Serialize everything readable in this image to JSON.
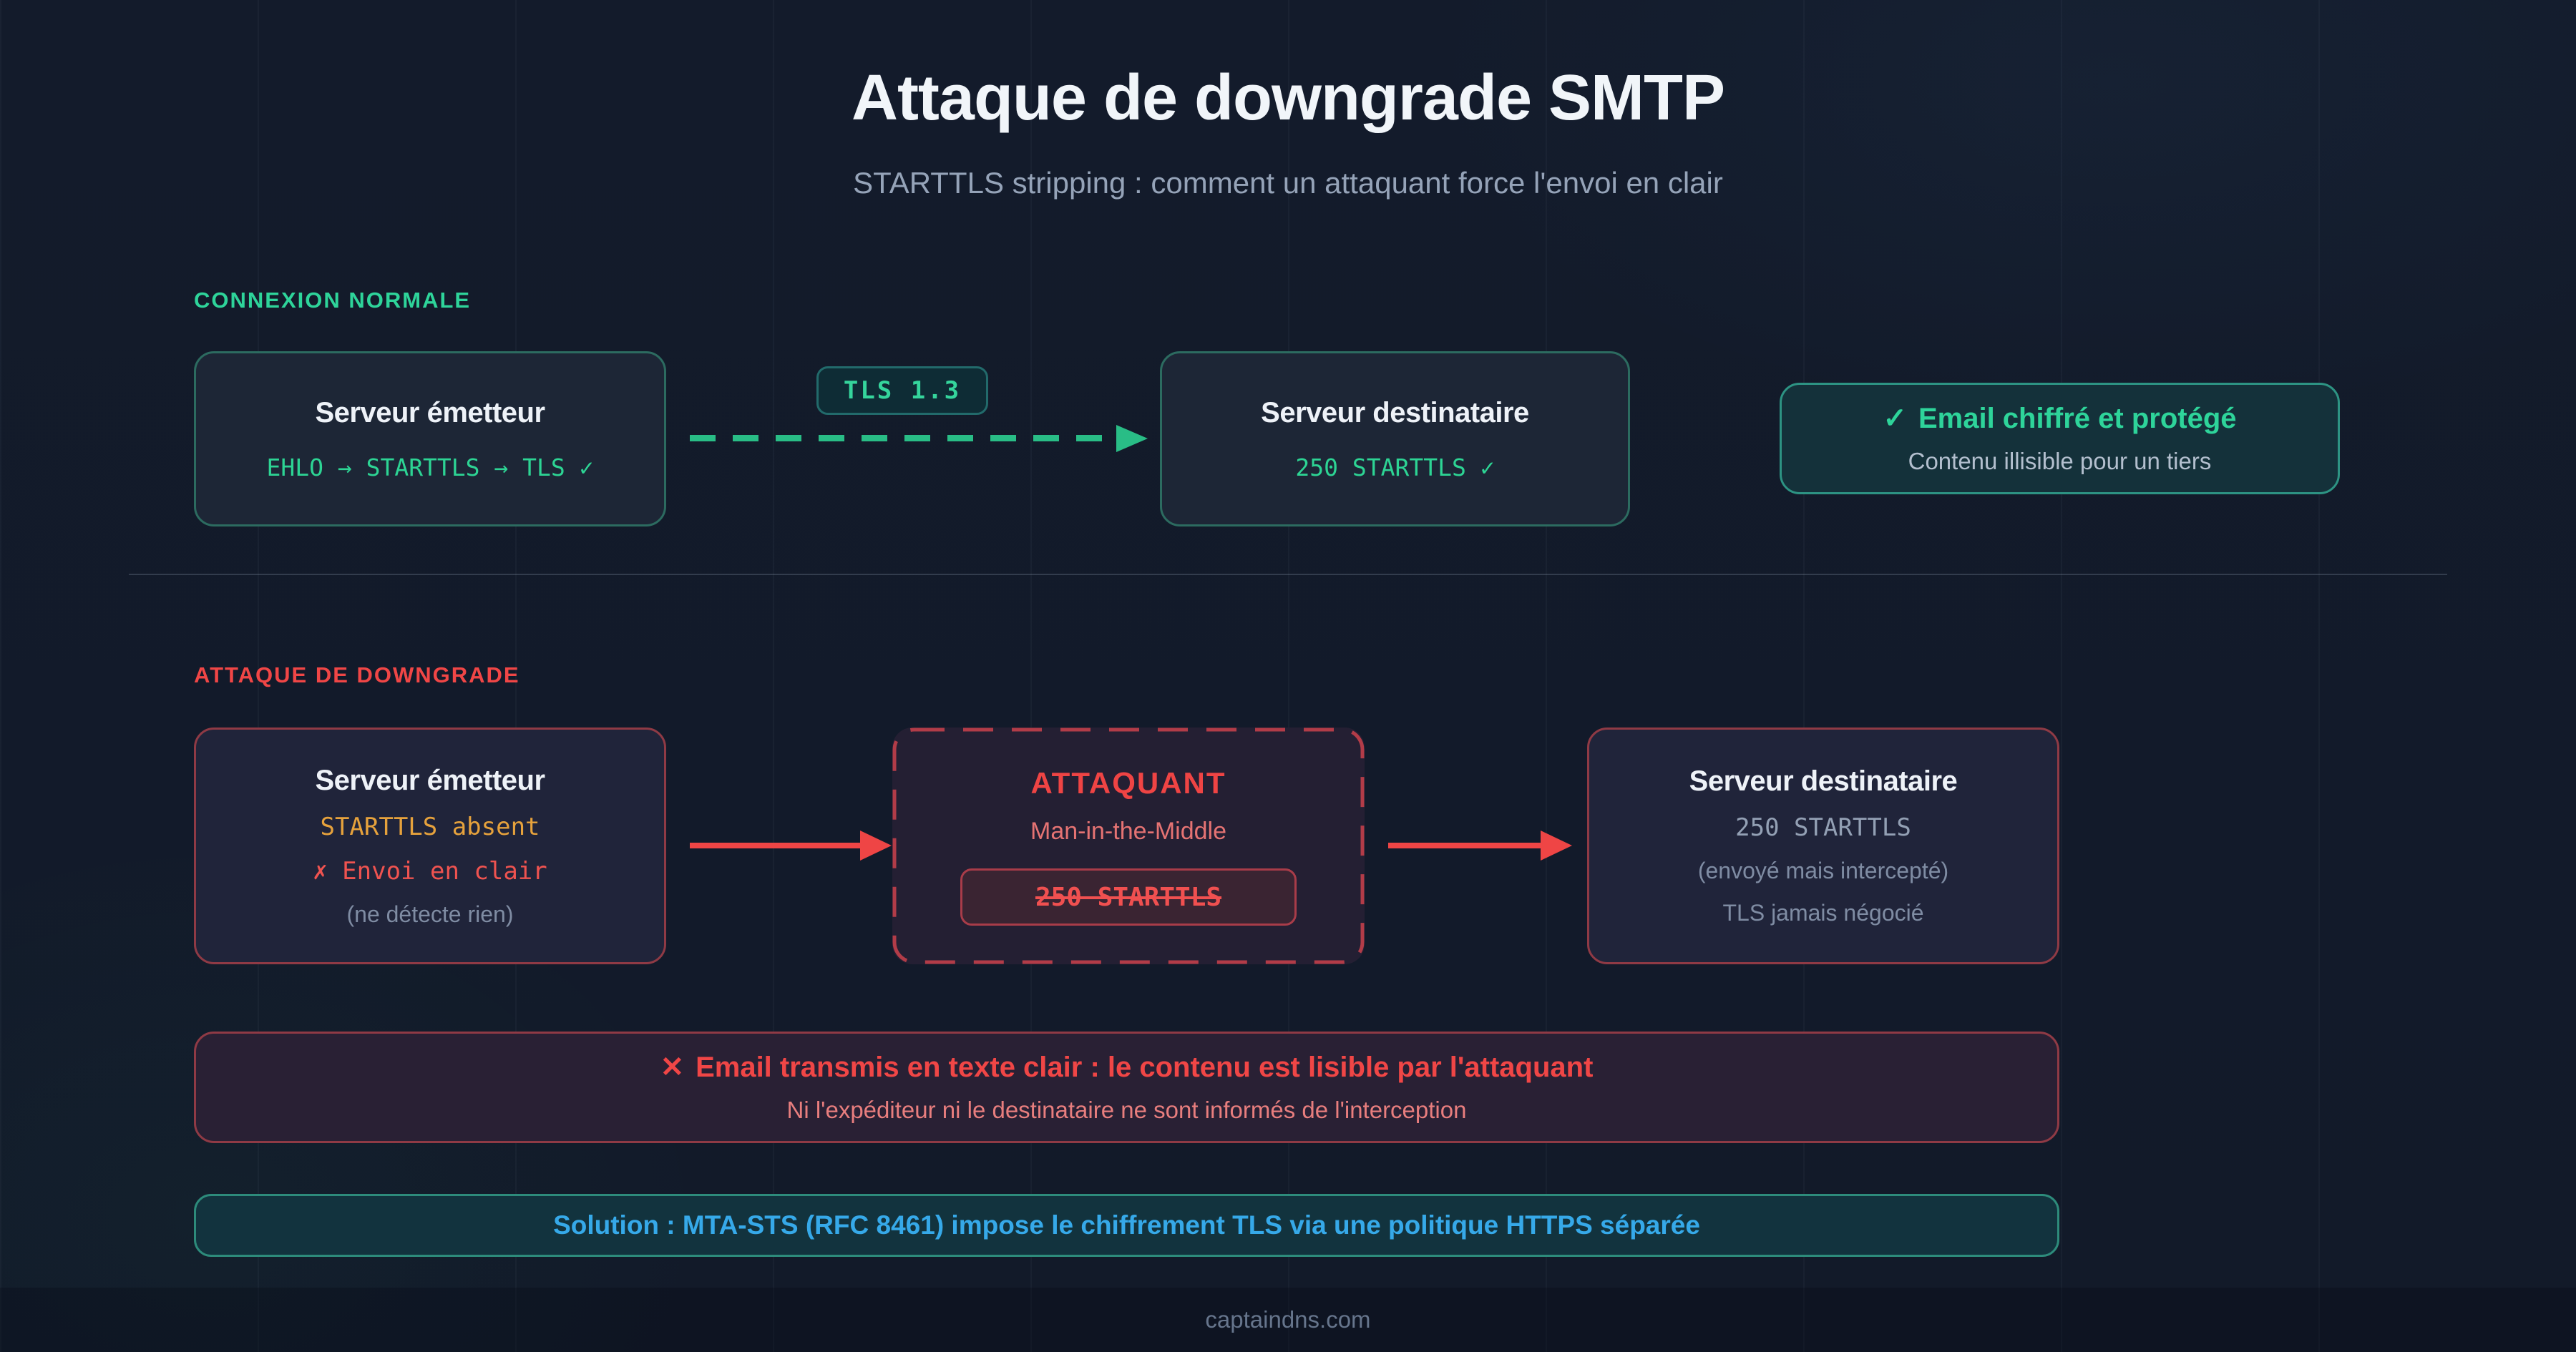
{
  "page": {
    "title": "Attaque de downgrade SMTP",
    "subtitle": "STARTTLS stripping : comment un attaquant force l'envoi en clair",
    "footer": "captaindns.com"
  },
  "colors": {
    "background": "#131b2b",
    "green_accent": "#2ed49a",
    "red_accent": "#f04646",
    "orange_accent": "#e6a23c",
    "blue_accent": "#36a9e9"
  },
  "normal_section": {
    "label": "CONNEXION NORMALE",
    "sender": {
      "title": "Serveur émetteur",
      "command": "EHLO → STARTTLS → TLS ✓"
    },
    "tls_badge": "TLS 1.3",
    "receiver": {
      "title": "Serveur destinataire",
      "response": "250 STARTTLS ✓"
    },
    "result": {
      "icon": "✓",
      "title": "Email chiffré et protégé",
      "subtitle": "Contenu illisible pour un tiers"
    }
  },
  "attack_section": {
    "label": "ATTAQUE DE DOWNGRADE",
    "sender": {
      "title": "Serveur émetteur",
      "line1": "STARTTLS absent",
      "line2": "✗ Envoi en clair",
      "line3": "(ne détecte rien)"
    },
    "attacker": {
      "title": "ATTAQUANT",
      "subtitle": "Man-in-the-Middle",
      "stripped_response": "250 STARTTLS"
    },
    "receiver": {
      "title": "Serveur destinataire",
      "line1": "250 STARTTLS",
      "line2": "(envoyé mais intercepté)",
      "line3": "TLS jamais négocié"
    },
    "warning": {
      "icon": "✕",
      "title": "Email transmis en texte clair : le contenu est lisible par l'attaquant",
      "subtitle": "Ni l'expéditeur ni le destinataire ne sont informés de l'interception"
    },
    "solution": "Solution : MTA-STS (RFC 8461) impose le chiffrement TLS via une politique HTTPS séparée"
  }
}
